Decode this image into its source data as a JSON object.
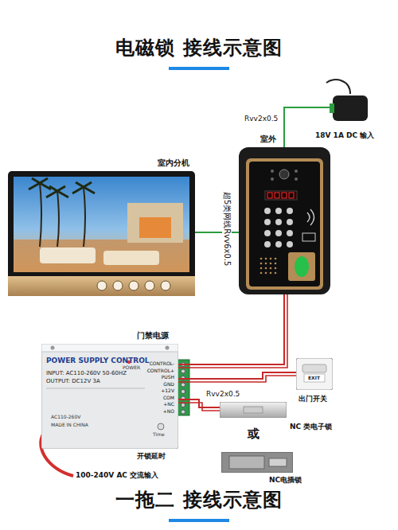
{
  "diagram": {
    "title": "电磁锁 接线示意图",
    "caption": "一拖二 接线示意图",
    "nodes": [
      {
        "text": [
          "室内分机"
        ]
      },
      {
        "text": [
          "室外"
        ]
      },
      {
        "text": [
          "18V 1A DC 输入"
        ]
      },
      {
        "text": [
          "门禁电源",
          "POWER SUPPLY CONTROL",
          "POWER",
          "INPUT: AC110-260V 50-60HZ",
          "OUTPUT: DC12V 3A",
          "AC110-260V",
          "MADE IN CHINA",
          "Time",
          "开锁延时"
        ]
      },
      {
        "text": [
          "EXIT",
          "出门开关"
        ]
      },
      {
        "text": [
          "NC 类电子锁"
        ]
      },
      {
        "text": [
          "NC电插锁"
        ]
      }
    ],
    "edges": [
      {
        "from": 0,
        "to": 1,
        "arrow": "none",
        "label": "超5类网线Rvv6x0.5"
      },
      {
        "from": 2,
        "to": 1,
        "arrow": "none",
        "label": "Rvv2x0.5"
      },
      {
        "from": 1,
        "to": 3,
        "arrow": "none"
      },
      {
        "from": 3,
        "to": 4,
        "arrow": "none"
      },
      {
        "from": 3,
        "to": 5,
        "arrow": "none",
        "label": "Rvv2x0.5"
      }
    ],
    "labels": [
      "CONTROL-",
      "CONTROL+",
      "PUSH",
      "GND",
      "+12V",
      "COM",
      "+NC",
      "+NO",
      "或",
      "100-240V AC 交流输入"
    ]
  }
}
